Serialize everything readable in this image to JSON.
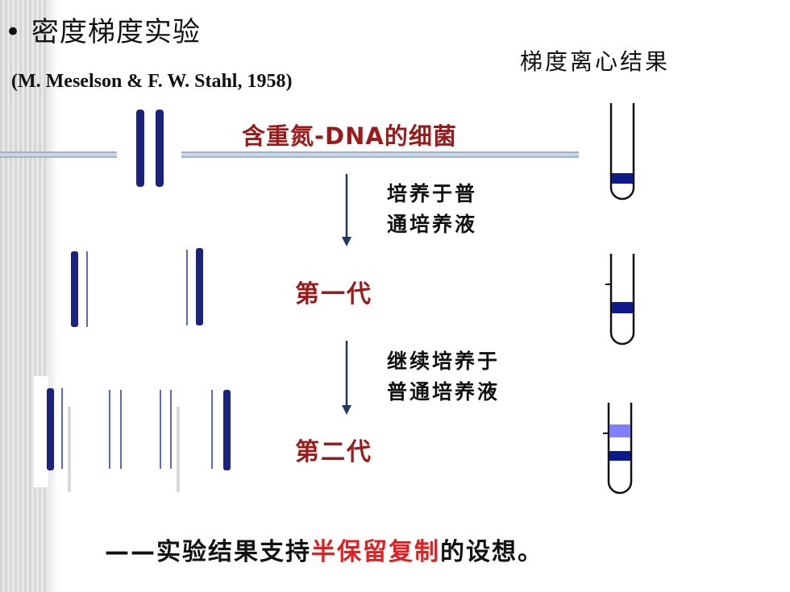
{
  "slide": {
    "title": "• 密度梯度实验",
    "subtitle": "(M. Meselson & F. W. Stahl, 1958)",
    "results_label": "梯度离心结果",
    "parent_label": "含重氮-DNA的细菌",
    "step1": [
      "培养于普",
      "通培养液"
    ],
    "gen1_label": "第一代",
    "step2": [
      "继续培养于",
      "普通培养液"
    ],
    "gen2_label": "第二代",
    "conclusion": {
      "prefix": "——实验结果支持",
      "highlight": "半保留复制",
      "suffix": "的设想。"
    }
  },
  "colors": {
    "heavy_strand": "#1a237e",
    "light_strand": "#5c6bc0",
    "label_red": "#9b1b1b",
    "highlight_red": "#e02020",
    "heavy_band": "#0d1a8a",
    "hybrid_band": "#0d1a8a",
    "light_band": "#8080ff"
  }
}
